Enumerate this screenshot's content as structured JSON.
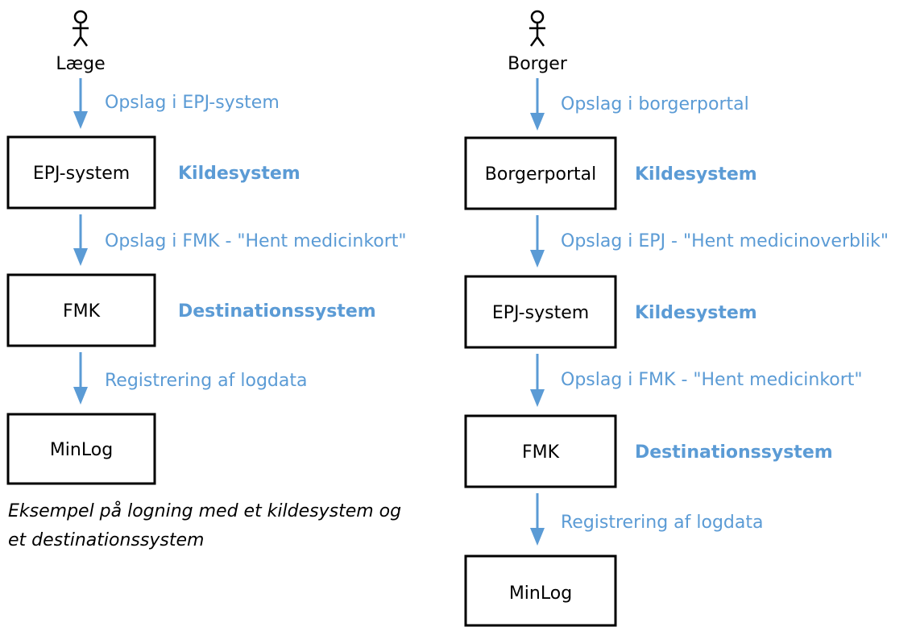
{
  "colors": {
    "accent": "#5B9BD5",
    "text": "#000000",
    "box_border": "#000000"
  },
  "left_flow": {
    "actor": "Læge",
    "edge_1": "Opslag i EPJ-system",
    "box_1": "EPJ-system",
    "role_1": "Kildesystem",
    "edge_2": "Opslag i FMK - \"Hent medicinkort\"",
    "box_2": "FMK",
    "role_2": "Destinationssystem",
    "edge_3": "Registrering af logdata",
    "box_3": "MinLog",
    "caption_line_1": "Eksempel på logning med et kildesystem og",
    "caption_line_2": "et destinationssystem"
  },
  "right_flow": {
    "actor": "Borger",
    "edge_1": "Opslag i borgerportal",
    "box_1": "Borgerportal",
    "role_1": "Kildesystem",
    "edge_2": "Opslag i EPJ - \"Hent medicinoverblik\"",
    "box_2": "EPJ-system",
    "role_2": "Kildesystem",
    "edge_3": "Opslag i FMK - \"Hent medicinkort\"",
    "box_3": "FMK",
    "role_3": "Destinationssystem",
    "edge_4": "Registrering af logdata",
    "box_4": "MinLog"
  }
}
